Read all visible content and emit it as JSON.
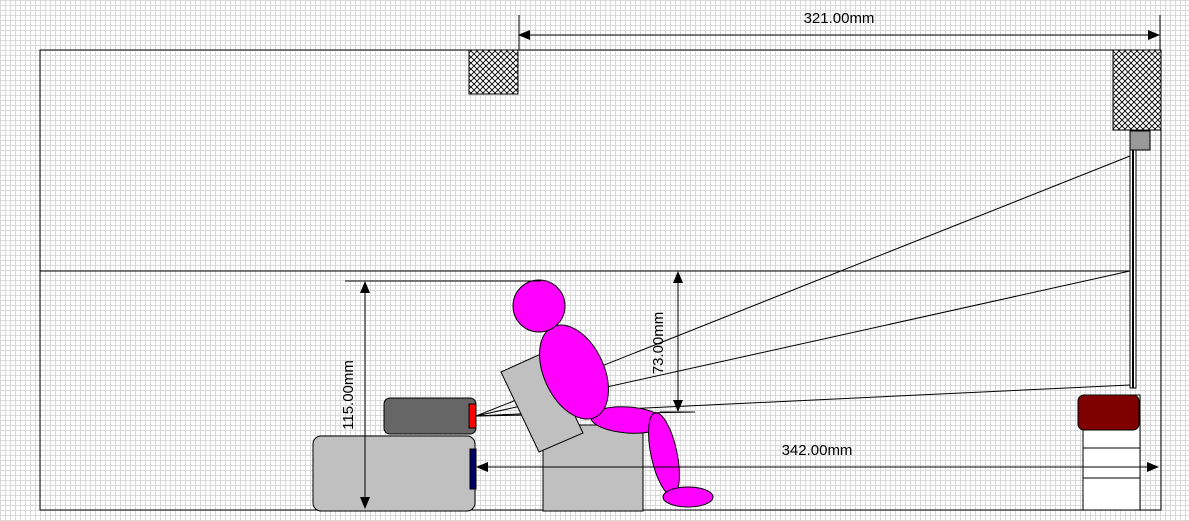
{
  "dimensions": {
    "screen_distance": "321.00mm",
    "viewing_distance": "342.00mm",
    "eye_height": "115.00mm",
    "screen_offset": "73.00mm"
  },
  "colors": {
    "person": "#ff00ff",
    "speaker_red": "#800000",
    "seat_gray": "#c0c0c0",
    "projector_gray": "#666666",
    "led_red": "#ff0000",
    "panel_navy": "#000066"
  }
}
